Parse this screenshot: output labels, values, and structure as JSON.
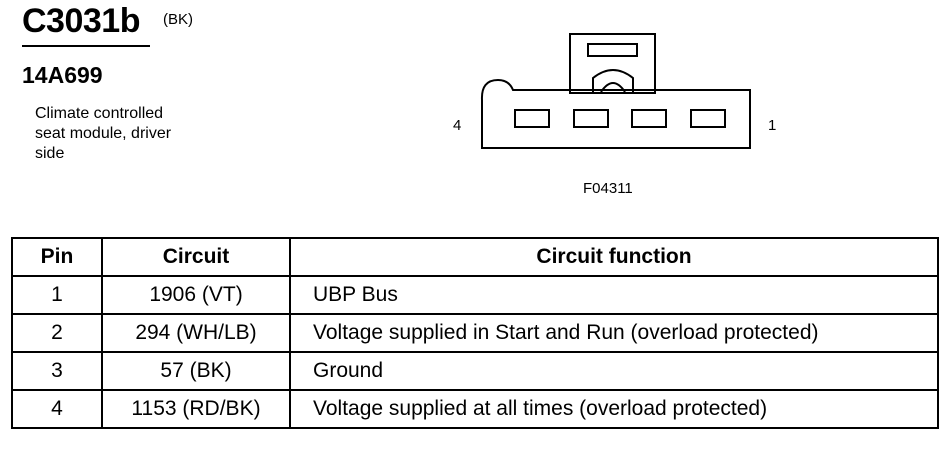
{
  "connector": {
    "id": "C3031b",
    "color": "(BK)",
    "part_number": "14A699",
    "description_lines": [
      "Climate controlled",
      "seat module, driver",
      "side"
    ]
  },
  "diagram": {
    "pin_left_label": "4",
    "pin_right_label": "1",
    "figure_id": "F04311"
  },
  "table": {
    "headers": [
      "Pin",
      "Circuit",
      "Circuit function"
    ],
    "rows": [
      {
        "pin": "1",
        "circuit": "1906 (VT)",
        "function": "UBP Bus"
      },
      {
        "pin": "2",
        "circuit": "294 (WH/LB)",
        "function": "Voltage supplied in Start and Run (overload protected)"
      },
      {
        "pin": "3",
        "circuit": "57 (BK)",
        "function": "Ground"
      },
      {
        "pin": "4",
        "circuit": "1153 (RD/BK)",
        "function": "Voltage supplied at all times (overload protected)"
      }
    ]
  }
}
